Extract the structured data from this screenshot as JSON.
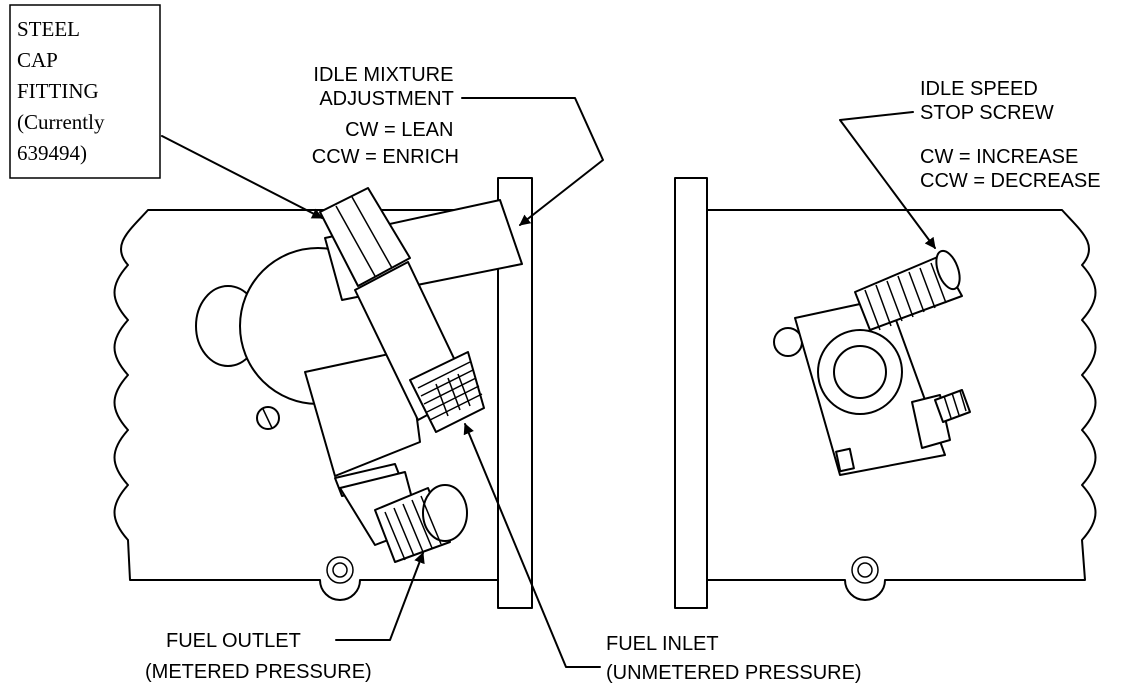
{
  "labels": {
    "steel_cap": [
      "STEEL",
      "CAP",
      "FITTING",
      "(Currently",
      "639494)"
    ],
    "idle_mixture": [
      "IDLE MIXTURE",
      "ADJUSTMENT",
      "CW = LEAN",
      "CCW = ENRICH"
    ],
    "idle_speed": [
      "IDLE SPEED",
      "STOP SCREW",
      "CW = INCREASE",
      "CCW = DECREASE"
    ],
    "fuel_outlet": [
      "FUEL OUTLET",
      "(METERED PRESSURE)"
    ],
    "fuel_inlet": [
      "FUEL INLET",
      "(UNMETERED PRESSURE)"
    ]
  }
}
